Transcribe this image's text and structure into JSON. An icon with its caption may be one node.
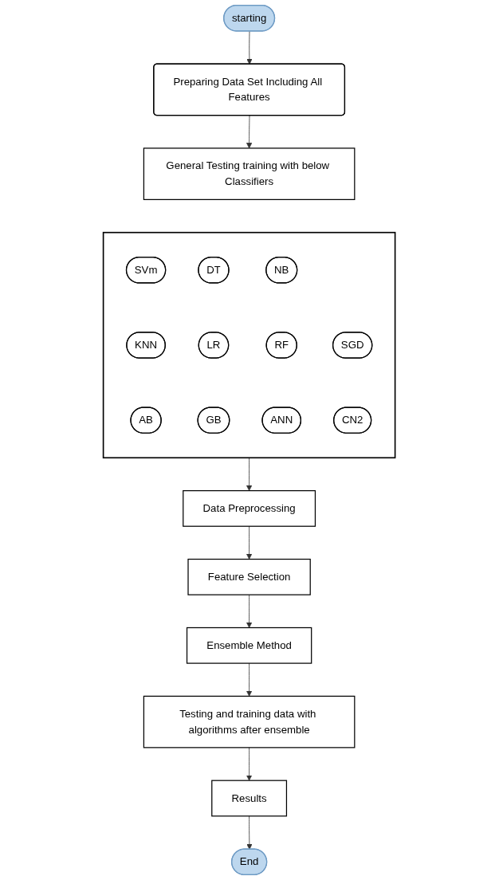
{
  "diagram": {
    "nodes": [
      {
        "text": [
          "starting"
        ]
      },
      {
        "text": [
          "Preparing Data Set Including All Features"
        ]
      },
      {
        "text": [
          "General Testing training with below Classifiers"
        ]
      },
      {
        "text": [],
        "shape": "box"
      },
      {
        "text": [
          "SVm"
        ],
        "in": 3
      },
      {
        "text": [
          "DT"
        ],
        "in": 3
      },
      {
        "text": [
          "NB"
        ],
        "in": 3
      },
      {
        "text": [
          "SGD"
        ],
        "in": 3
      },
      {
        "text": [
          "KNN"
        ],
        "in": 3
      },
      {
        "text": [
          "LR"
        ],
        "in": 3
      },
      {
        "text": [
          "RF"
        ],
        "in": 3
      },
      {
        "text": [
          "CN2"
        ],
        "in": 3
      },
      {
        "text": [
          "AB"
        ],
        "in": 3
      },
      {
        "text": [
          "GB"
        ],
        "in": 3
      },
      {
        "text": [
          "ANN"
        ],
        "in": 3
      },
      {
        "text": [
          "Data Preprocessing"
        ]
      },
      {
        "text": [
          "Feature Selection"
        ]
      },
      {
        "text": [
          "Ensemble Method"
        ]
      },
      {
        "text": [
          "Testing and training data with algorithms after ensemble"
        ]
      },
      {
        "text": [
          "Results"
        ]
      },
      {
        "text": [
          "End"
        ]
      }
    ],
    "edges": [
      {
        "from": 0,
        "to": 1,
        "arrow": "to"
      },
      {
        "from": 1,
        "to": 2,
        "arrow": "to"
      },
      {
        "from": 3,
        "to": 15,
        "arrow": "to"
      },
      {
        "from": 15,
        "to": 16,
        "arrow": "to"
      },
      {
        "from": 16,
        "to": 17,
        "arrow": "to"
      },
      {
        "from": 17,
        "to": 18,
        "arrow": "to"
      },
      {
        "from": 18,
        "to": 19,
        "arrow": "to"
      },
      {
        "from": 19,
        "to": 20,
        "arrow": "to"
      }
    ]
  }
}
